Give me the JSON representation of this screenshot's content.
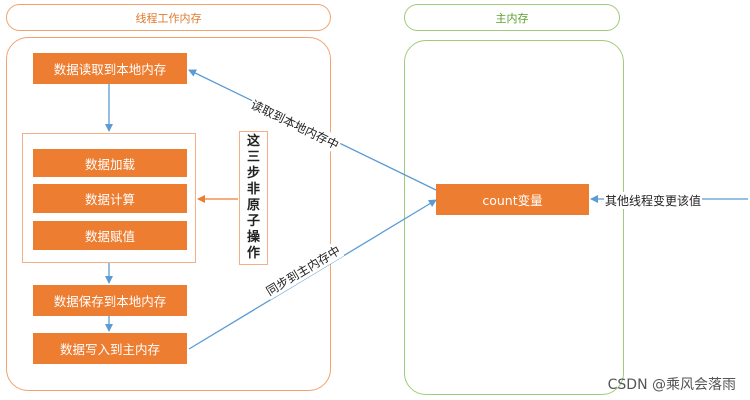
{
  "panels": {
    "thread_memory": {
      "title": "线程工作内存"
    },
    "main_memory": {
      "title": "主内存"
    }
  },
  "boxes": {
    "read_to_local": "数据读取到本地内存",
    "load": "数据加载",
    "compute": "数据计算",
    "assign": "数据赋值",
    "save_to_local": "数据保存到本地内存",
    "write_to_main": "数据写入到主内存",
    "count_var": "count变量"
  },
  "non_atomic_note": [
    "这",
    "三",
    "步",
    "非",
    "原",
    "子",
    "操",
    "作"
  ],
  "edges": {
    "read_label": "读取到本地内存中",
    "sync_label": "同步到主内存中",
    "other_threads_label": "其他线程变更该值"
  },
  "watermark": "CSDN @乘风会落雨",
  "colors": {
    "box_fill": "#ed7d31",
    "orange_border": "#f0a36c",
    "green_border": "#9fcc7a",
    "arrow_blue": "#5b9bd5",
    "arrow_orange": "#ed7d31"
  }
}
